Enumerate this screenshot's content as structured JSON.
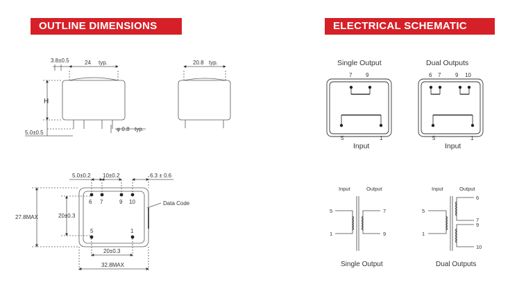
{
  "sections": {
    "outline_title": "OUTLINE DIMENSIONS",
    "schematic_title": "ELECTRICAL SCHEMATIC"
  },
  "outline": {
    "front": {
      "dim_offset": "3.8±0.5",
      "dim_width": "24",
      "dim_width_typ": "typ.",
      "dim_height": "H",
      "dim_standoff": "5.0±0.5",
      "dim_pin": "φ 0.8",
      "dim_pin_typ": "typ."
    },
    "side": {
      "dim_depth": "20.8",
      "dim_depth_typ": "typ."
    },
    "bottom": {
      "dim_a": "5.0±0.2",
      "dim_b": "10±0.2",
      "dim_c": "6.3 ± 0.6",
      "dim_height_max": "27.8MAX",
      "dim_pin_row": "20±0.3",
      "dim_pin_span": "20±0.3",
      "dim_width_max": "32.8MAX",
      "data_code_label": "Data Code",
      "pin_labels": [
        "6",
        "7",
        "9",
        "10",
        "5",
        "1"
      ]
    }
  },
  "schematic": {
    "single_output": {
      "title": "Single Output",
      "top_pins": [
        "7",
        "9"
      ],
      "bottom_pins": [
        "5",
        "1"
      ],
      "input_label": "Input"
    },
    "dual_outputs": {
      "title": "Dual Outputs",
      "top_pins": [
        "6",
        "7",
        "9",
        "10"
      ],
      "bottom_pins": [
        "5",
        "1"
      ],
      "input_label": "Input"
    },
    "single_circuit": {
      "input_label": "Input",
      "output_label": "Output",
      "pins": [
        "5",
        "1",
        "7",
        "9"
      ],
      "caption": "Single Output"
    },
    "dual_circuit": {
      "input_label": "Input",
      "output_label": "Output",
      "pins": [
        "5",
        "1",
        "6",
        "7",
        "9",
        "10"
      ],
      "caption": "Dual Outputs"
    }
  }
}
